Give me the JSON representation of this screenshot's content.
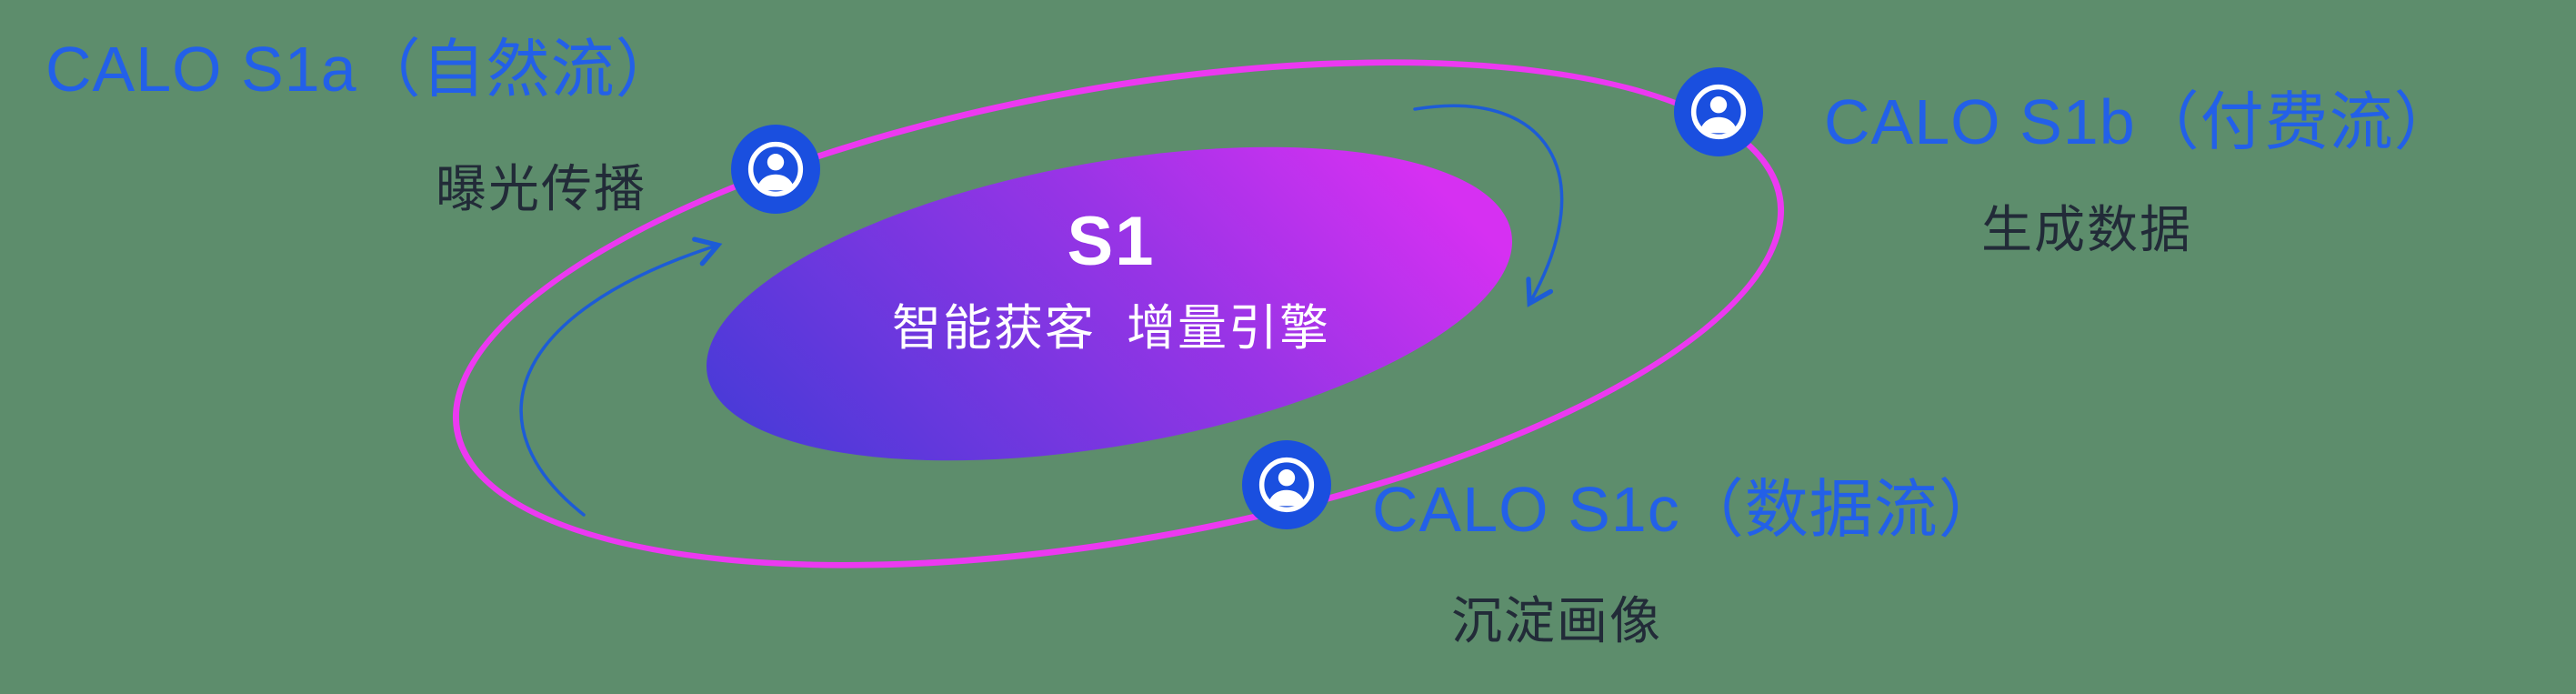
{
  "colors": {
    "background": "#5d8d6c",
    "label_blue": "#2360e8",
    "sublabel_dark": "#222b38",
    "ring_magenta": "#ec39f1",
    "gradient_start": "#4a3ad8",
    "gradient_mid": "#9a34e6",
    "gradient_end": "#d630f2",
    "icon_blue": "#1a4fdf",
    "arrow_blue": "#1d5cd6"
  },
  "core": {
    "title": "S1",
    "subtitle": "智能获客  增量引擎"
  },
  "nodes": [
    {
      "id": "s1a",
      "label": "CALO S1a（自然流）",
      "sublabel": "曝光传播",
      "icon": "user-icon"
    },
    {
      "id": "s1b",
      "label": "CALO S1b（付费流）",
      "sublabel": "生成数据",
      "icon": "user-icon"
    },
    {
      "id": "s1c",
      "label": "CALO S1c（数据流）",
      "sublabel": "沉淀画像",
      "icon": "user-icon"
    }
  ]
}
